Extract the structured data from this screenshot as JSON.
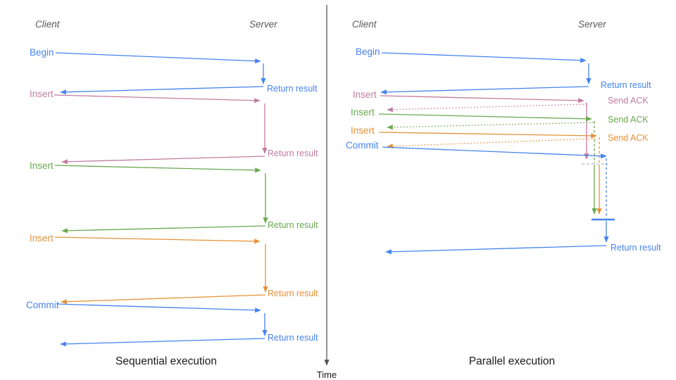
{
  "colors": {
    "blue": "#4483ef",
    "pink": "#c27ba0",
    "green": "#6aa84f",
    "orange": "#e69138",
    "axis": "#555555",
    "header": "#595959",
    "sync": "#bdbdbd",
    "caption": "#1a1a1a"
  },
  "left": {
    "client": "Client",
    "server": "Server",
    "caption": "Sequential execution",
    "rows": [
      {
        "label": "Begin",
        "return_label": "Return result"
      },
      {
        "label": "Insert",
        "return_label": "Return result"
      },
      {
        "label": "Insert",
        "return_label": "Return result"
      },
      {
        "label": "Insert",
        "return_label": "Return result"
      },
      {
        "label": "Commit",
        "return_label": "Return result"
      }
    ]
  },
  "right": {
    "client": "Client",
    "server": "Server",
    "caption": "Parallel execution",
    "rows": [
      {
        "label": "Begin",
        "return_label": "Return result"
      },
      {
        "label": "Insert",
        "ack_label": "Send ACK"
      },
      {
        "label": "Insert",
        "ack_label": "Send ACK"
      },
      {
        "label": "Insert",
        "ack_label": "Send ACK"
      },
      {
        "label": "Commit",
        "return_label": "Return result"
      }
    ]
  },
  "time_axis": {
    "label": "Time"
  }
}
